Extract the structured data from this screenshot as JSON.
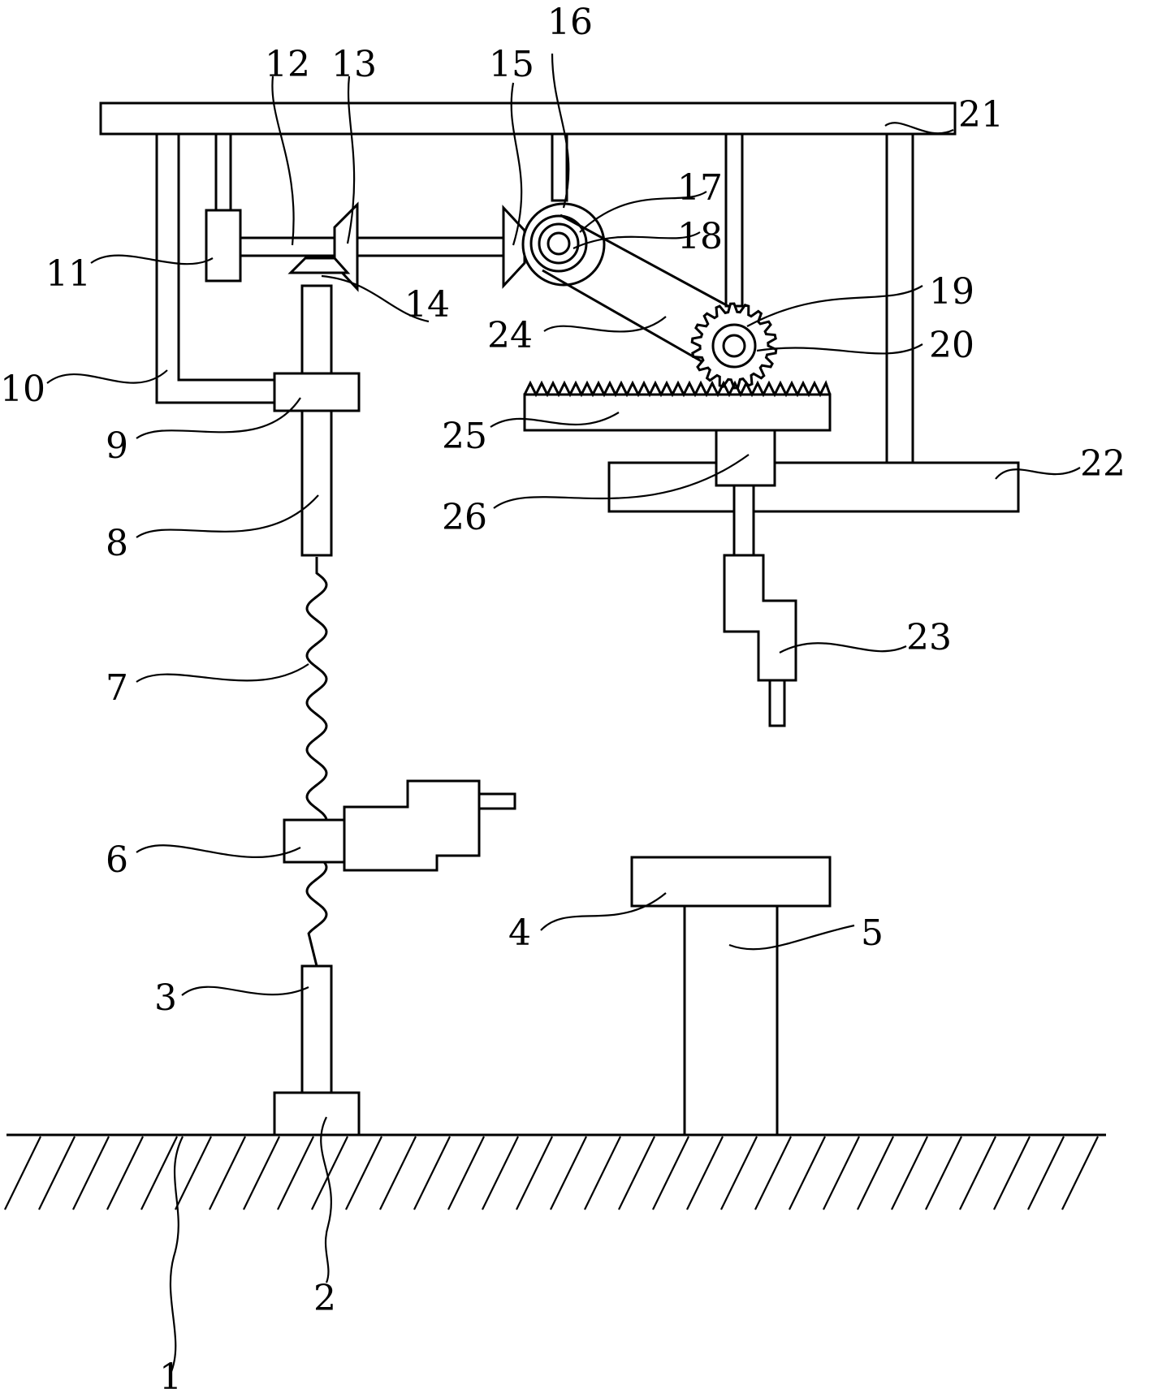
{
  "labels": [
    {
      "text": "1"
    },
    {
      "text": "2"
    },
    {
      "text": "3"
    },
    {
      "text": "4"
    },
    {
      "text": "5"
    },
    {
      "text": "6"
    },
    {
      "text": "7"
    },
    {
      "text": "8"
    },
    {
      "text": "9"
    },
    {
      "text": "10"
    },
    {
      "text": "11"
    },
    {
      "text": "12"
    },
    {
      "text": "13"
    },
    {
      "text": "14"
    },
    {
      "text": "15"
    },
    {
      "text": "16"
    },
    {
      "text": "17"
    },
    {
      "text": "18"
    },
    {
      "text": "19"
    },
    {
      "text": "20"
    },
    {
      "text": "21"
    },
    {
      "text": "22"
    },
    {
      "text": "23"
    },
    {
      "text": "24"
    },
    {
      "text": "25"
    },
    {
      "text": "26"
    }
  ]
}
